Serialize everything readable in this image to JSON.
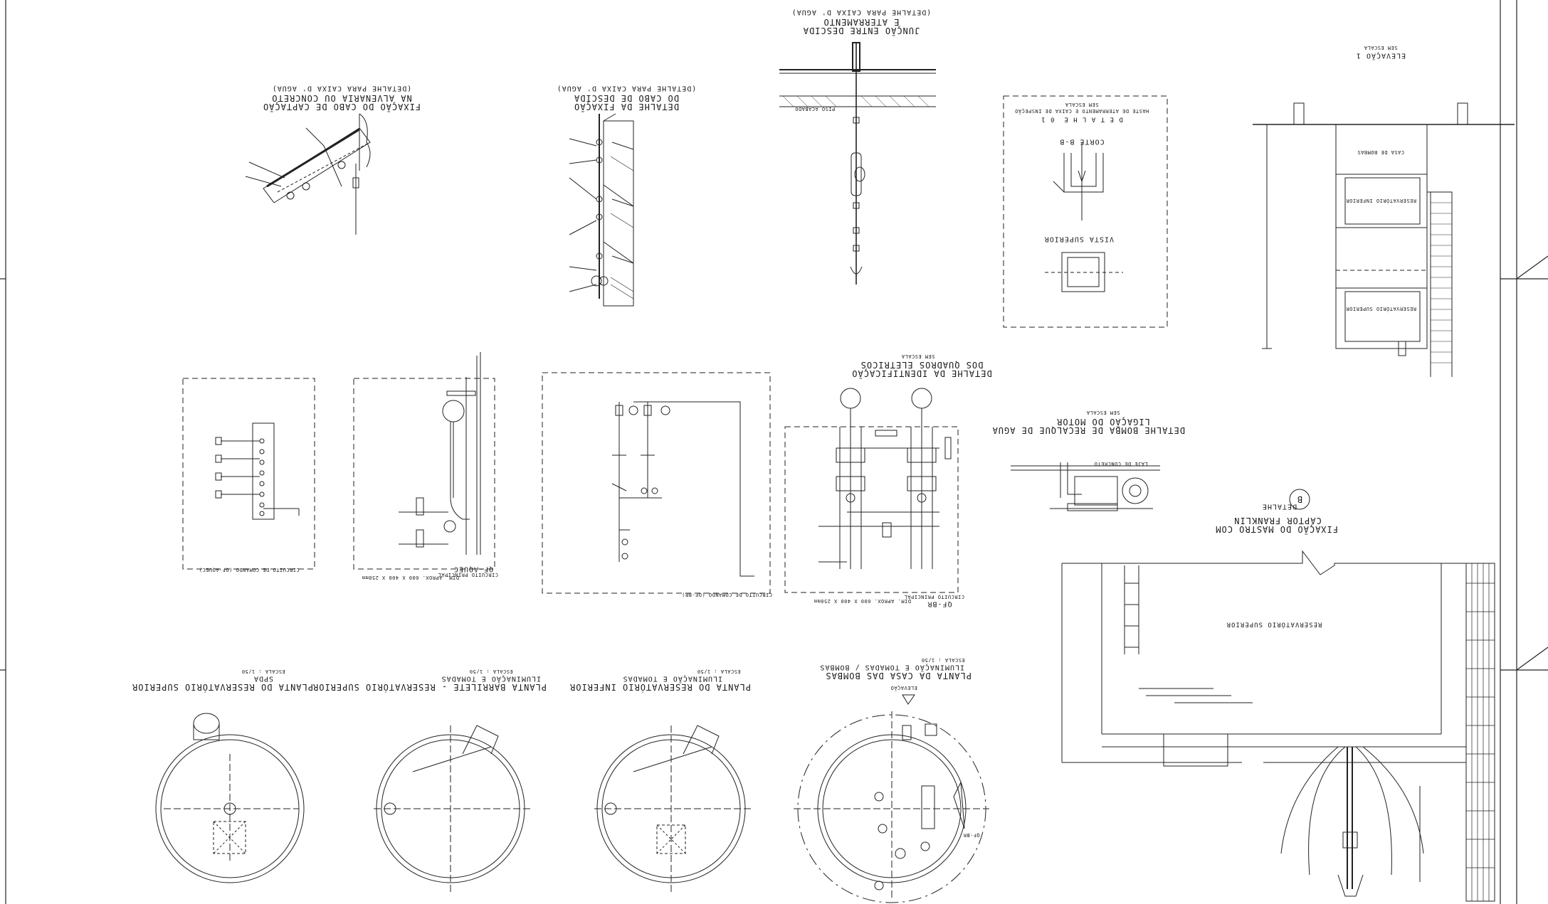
{
  "drawing": {
    "details": {
      "captacao_fixacao": {
        "title": "FIXAÇÃO DO CABO DE CAPTAÇÃO",
        "line2": "NA ALVENARIA OU CONCRETO",
        "line3": "(DETALHE PARA CAIXA D' AGUA)"
      },
      "descida_fixacao": {
        "title": "DETALHE DA FIXAÇÃO",
        "line2": "DO CABO DE DESCIDA",
        "line3": "(DETALHE PARA CAIXA D' AGUA)"
      },
      "juncao": {
        "title": "JUNÇÃO ENTRE DESCIDA",
        "line2": "E ATERRAMENTO",
        "line3": "(DETALHE PARA CAIXA D' AGUA)",
        "piso": "PISO ACABADO"
      },
      "detalhe01": {
        "title": "D E T A L H E  0 1",
        "line2": "HASTE DE ATERRAMENTO E CAIXA DE INSPEÇÃO",
        "scale": "SEM ESCALA",
        "corte": "CORTE B-B",
        "vista": "VISTA SUPERIOR"
      },
      "elevacao1": {
        "title": "ELEVAÇÃO 1",
        "scale": "SEM ESCALA",
        "casa_bombas": "CASA DE BOMBAS",
        "res_inferior": "RESERVATÓRIO INFERIOR",
        "res_superior": "RESERVATÓRIO SUPERIOR"
      },
      "motor": {
        "title": "DETALHE BOMBA DE RECALQUE DE AGUA",
        "line2": "LIGAÇÃO DO MOTOR",
        "scale": "SEM ESCALA",
        "laje": "LAJE DE CONCRETO"
      },
      "quadros": {
        "title": "DETALHE DA IDENTIFICAÇÃO",
        "line2": "DOS QUADROS ELETRICOS",
        "scale": "SEM ESCALA"
      },
      "mastro": {
        "title": "FIXAÇÃO DO MASTRO COM",
        "line2": "CAPTOR FRANKLIN",
        "label": "DETALHE",
        "letter": "B",
        "reservatorio": "RESERVATÓRIO SUPERIOR"
      }
    },
    "diagrams": {
      "circuito_comando_aquec": "CIRCUITO DE COMANDO (QF-AQUEC)",
      "qf_aquec": "QF-AQUEC",
      "qf_aquec_dim": "DIM. APROX. 600 X 400 X 250mm",
      "qf_aquec_sub": "CIRCUITO PRINCIPAL",
      "circuito_comando_br": "CIRCUITO DE COMANDO (QF-BR)",
      "qf_br": "QF-BR",
      "qf_br_dim": "DIM. APROX. 600 X 400 X 250mm",
      "qf_br_sub": "CIRCUITO PRINCIPAL"
    },
    "plans": {
      "p1": {
        "title": "PLANTA DO RESERVATÓRIO SUPERIOR",
        "sub": "SPDA",
        "scale": "ESCALA : 1/50"
      },
      "p2": {
        "title": "PLANTA BARRILETE - RESERVATÓRIO SUPERIOR",
        "sub": "ILUMINAÇÃO E TOMADAS",
        "scale": "ESCALA : 1/50"
      },
      "p3": {
        "title": "PLANTA DO RESERVATÓRIO INFERIOR",
        "sub": "ILUMINAÇÃO E TOMADAS",
        "scale": "ESCALA : 1/50"
      },
      "p4": {
        "title": "PLANTA DA CASA DAS BOMBAS",
        "sub": "ILUMINAÇÃO E TOMADAS / BOMBAS",
        "scale": "ESCALA : 1/50"
      },
      "elevacao_tag": "ELEVAÇÃO",
      "qf_tag": "QF-BR"
    }
  }
}
